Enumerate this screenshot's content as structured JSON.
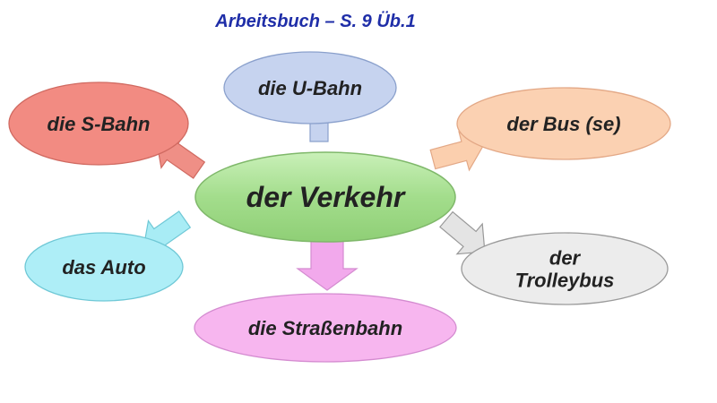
{
  "header": {
    "title": "Arbeitsbuch – S. 9 Üb.1"
  },
  "diagram": {
    "center": {
      "label": "der Verkehr",
      "color": "#9fd888"
    },
    "nodes": [
      {
        "id": "u-bahn",
        "lines": [
          "die U-Bahn"
        ],
        "fill": "#c6d3ef",
        "stroke": "#8aa0cc",
        "arrow_fill": "#c6d3ef",
        "arrow_stroke": "#8aa0cc"
      },
      {
        "id": "s-bahn",
        "lines": [
          "die S-Bahn"
        ],
        "fill": "#f28b82",
        "stroke": "#d06a61",
        "arrow_fill": "#ef8f86",
        "arrow_stroke": "#d06a61"
      },
      {
        "id": "bus",
        "lines": [
          "der Bus (se)"
        ],
        "fill": "#fbd1b2",
        "stroke": "#e3a886",
        "arrow_fill": "#fbcfae",
        "arrow_stroke": "#e3a886"
      },
      {
        "id": "auto",
        "lines": [
          "das Auto"
        ],
        "fill": "#aeeef7",
        "stroke": "#6fc8d6",
        "arrow_fill": "#a8ecf5",
        "arrow_stroke": "#6fc8d6"
      },
      {
        "id": "trolleybus",
        "lines": [
          "der",
          "Trolleybus"
        ],
        "fill": "#ececec",
        "stroke": "#9a9a9a",
        "arrow_fill": "#e4e4e4",
        "arrow_stroke": "#999999"
      },
      {
        "id": "strassenbahn",
        "lines": [
          "die Straßenbahn"
        ],
        "fill": "#f7b6ef",
        "stroke": "#d48bd0",
        "arrow_fill": "#f2a9ec",
        "arrow_stroke": "#d48bd0"
      }
    ]
  }
}
